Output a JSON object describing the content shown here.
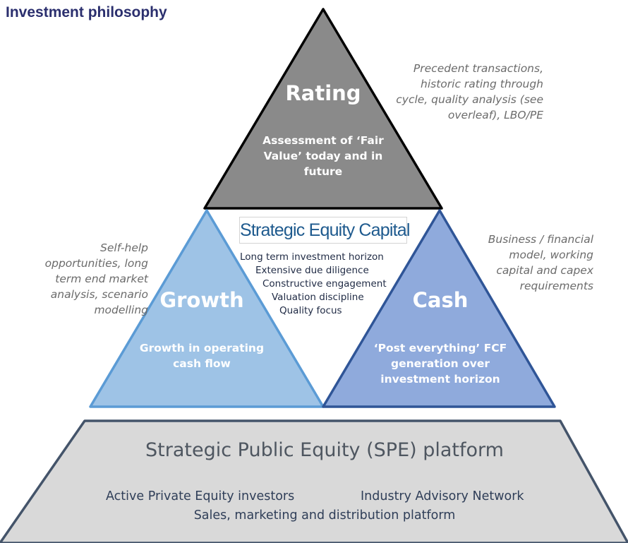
{
  "page": {
    "title": "Investment philosophy"
  },
  "colors": {
    "rating_fill": "#8a8a8a",
    "growth_fill": "#9ec3e6",
    "growth_stroke": "#5b9bd5",
    "cash_fill": "#8faadc",
    "cash_stroke": "#2f5597",
    "platform_fill": "#d9d9d9",
    "platform_stroke": "#44546a",
    "title_color": "#2b2f6e"
  },
  "rating": {
    "title": "Rating",
    "subtitle_lines": [
      "Assessment of ‘Fair",
      "Value’ today and in",
      "future"
    ],
    "note_lines": [
      "Precedent transactions,",
      "historic rating through",
      "cycle, quality analysis (see",
      "overleaf), LBO/PE"
    ]
  },
  "growth": {
    "title": "Growth",
    "subtitle_lines": [
      "Growth in operating",
      "cash flow"
    ],
    "note_lines": [
      "Self-help",
      "opportunities, long",
      "term end market",
      "analysis, scenario",
      "modelling"
    ]
  },
  "cash": {
    "title": "Cash",
    "subtitle_lines": [
      "‘Post everything’ FCF",
      "generation over",
      "investment horizon"
    ],
    "note_lines": [
      "Business / financial",
      "model, working",
      "capital and capex",
      "requirements"
    ]
  },
  "center": {
    "logo_text": "Strategic Equity Capital",
    "principles": [
      "Long term investment horizon",
      "Extensive due diligence",
      "Constructive engagement",
      "Valuation discipline",
      "Quality focus"
    ]
  },
  "platform": {
    "title": "Strategic Public Equity (SPE) platform",
    "items": [
      "Active Private Equity investors",
      "Industry Advisory Network",
      "Sales, marketing and distribution platform"
    ]
  }
}
